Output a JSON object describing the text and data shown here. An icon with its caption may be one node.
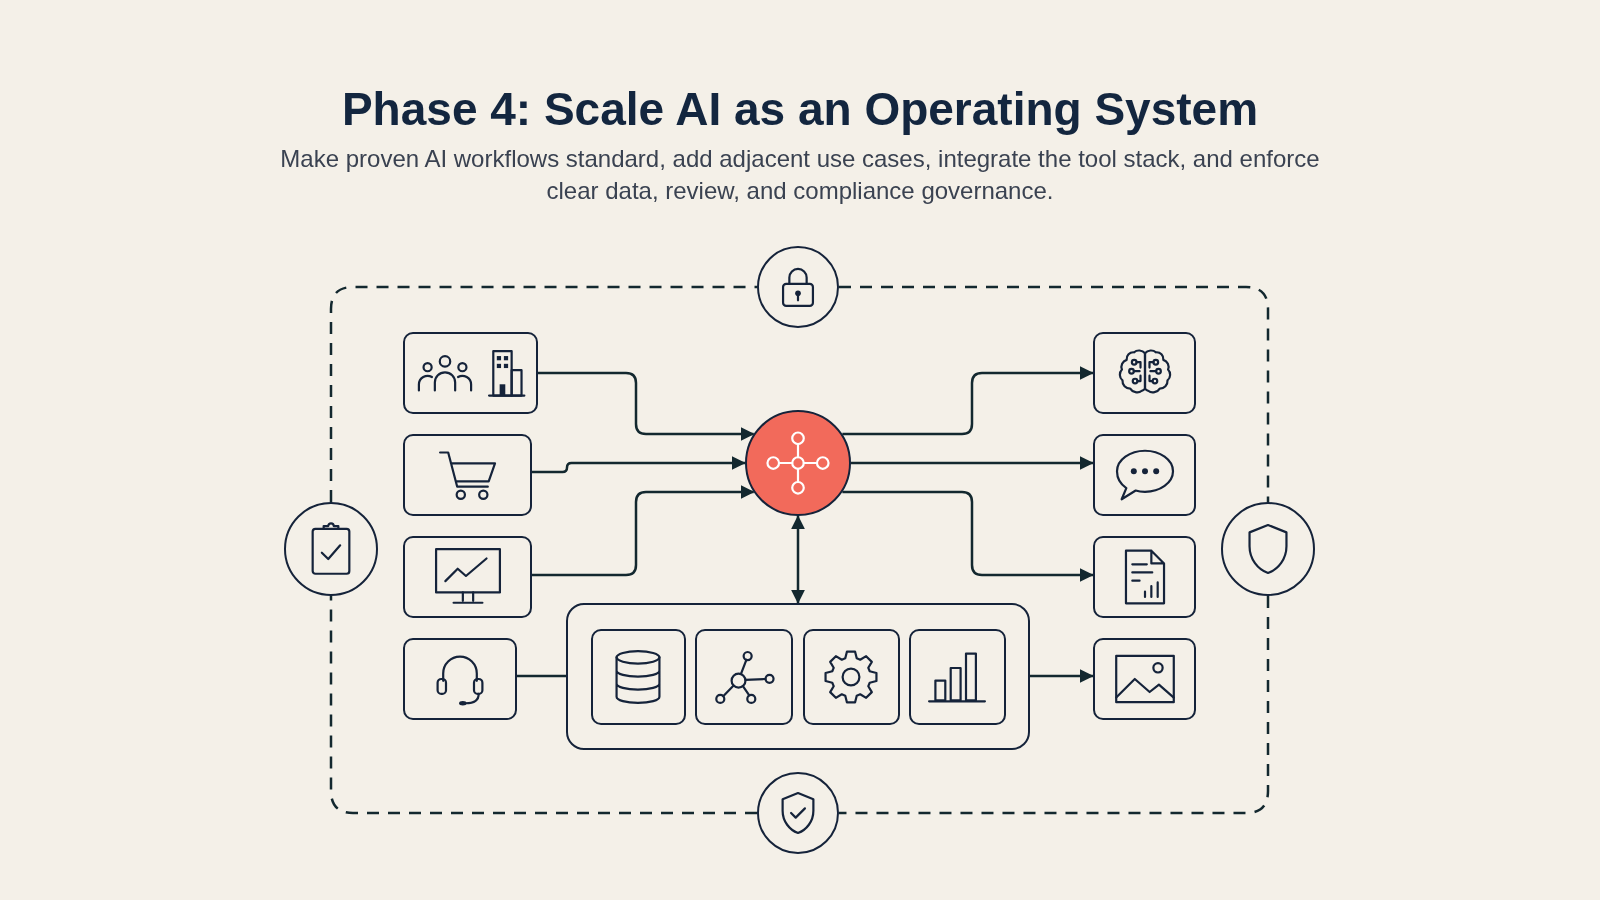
{
  "diagram": {
    "title": "Phase 4: Scale AI as an Operating System",
    "nodes": [
      {
        "text": [],
        "shape": "circle"
      },
      {
        "text": [],
        "shape": "box"
      },
      {
        "text": [],
        "shape": "box"
      },
      {
        "text": [],
        "shape": "box"
      },
      {
        "text": [],
        "shape": "circle"
      },
      {
        "text": [],
        "shape": "box"
      },
      {
        "text": [],
        "shape": "circle"
      },
      {
        "text": [],
        "shape": "box"
      },
      {
        "text": [],
        "shape": "circle"
      },
      {
        "text": [],
        "shape": "box"
      },
      {
        "text": [],
        "shape": "box"
      },
      {
        "text": [],
        "shape": "box"
      },
      {
        "text": [],
        "shape": "box",
        "in": 11
      },
      {
        "text": [],
        "shape": "box",
        "in": 11
      },
      {
        "text": [],
        "shape": "box",
        "in": 11
      },
      {
        "text": [],
        "shape": "box",
        "in": 11
      },
      {
        "text": [],
        "shape": "box"
      },
      {
        "text": [],
        "shape": "circle"
      }
    ],
    "edges": [
      {
        "from": 1,
        "to": 4,
        "arrow": "to"
      },
      {
        "from": 3,
        "to": 4,
        "arrow": "to"
      },
      {
        "from": 7,
        "to": 4,
        "arrow": "to"
      },
      {
        "from": 4,
        "to": 2,
        "arrow": "to"
      },
      {
        "from": 4,
        "to": 5,
        "arrow": "to"
      },
      {
        "from": 4,
        "to": 9,
        "arrow": "to"
      },
      {
        "from": 4,
        "to": 11,
        "arrow": "both"
      },
      {
        "from": 10,
        "to": 11,
        "arrow": "none"
      },
      {
        "from": 11,
        "to": 16,
        "arrow": "to"
      },
      {
        "from": 0,
        "to": 8,
        "arrow": "none",
        "style": "dashed"
      },
      {
        "from": 8,
        "to": 17,
        "arrow": "none",
        "style": "dashed"
      },
      {
        "from": 17,
        "to": 6,
        "arrow": "none",
        "style": "dashed"
      },
      {
        "from": 6,
        "to": 0,
        "arrow": "none",
        "style": "dashed"
      }
    ],
    "labels": [
      "Make proven AI workflows standard, add adjacent use cases, integrate the tool stack, and enforce clear data, review, and compliance governance."
    ]
  }
}
